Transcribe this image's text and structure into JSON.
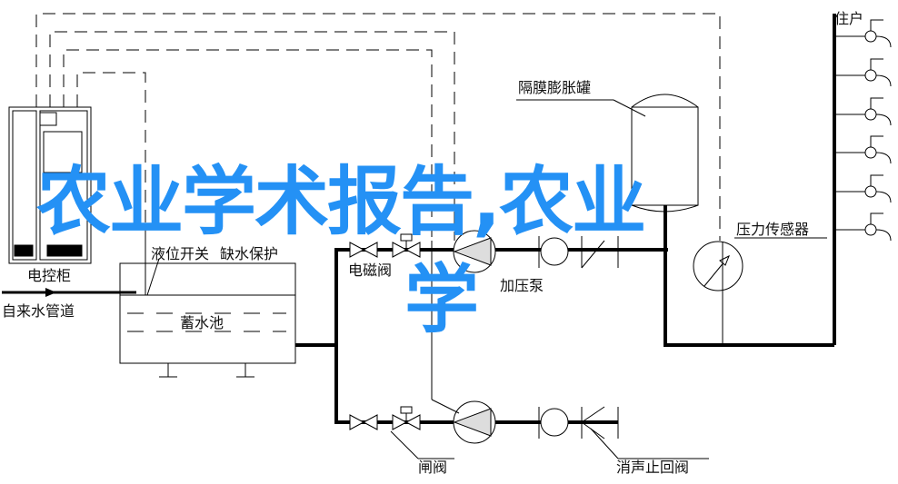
{
  "labels": {
    "residents": "住户",
    "expansion_tank": "隔膜膨胀罐",
    "pressure_sensor": "压力传感器",
    "booster_pump": "加压泵",
    "solenoid_valve": "电磁阀",
    "level_switch": "液位开关",
    "low_water_protection": "缺水保护",
    "tap_water_pipe": "自来水管道",
    "reservoir": "蓄水池",
    "gate_valve": "闸阀",
    "silent_check_valve": "消声止回阀",
    "control_cabinet": "电控柜"
  },
  "overlay": {
    "line1": "农业学术报告,农业",
    "line2": "学"
  },
  "colors": {
    "overlay": "#2491f5",
    "line": "#000000"
  }
}
